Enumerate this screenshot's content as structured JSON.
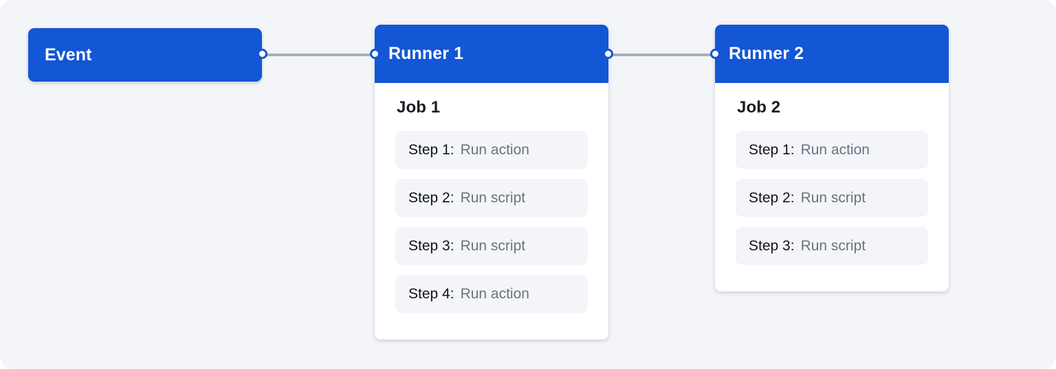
{
  "canvas": {
    "background_color": "#f4f5f9",
    "accent_color": "#1356d6",
    "edge_color": "#a7aebb",
    "step_row_color": "#f3f5f9"
  },
  "nodes": {
    "event": {
      "label": "Event"
    },
    "runner1": {
      "title": "Runner 1",
      "job_title": "Job 1",
      "steps": [
        {
          "label": "Step 1:",
          "value": "Run action"
        },
        {
          "label": "Step 2:",
          "value": "Run script"
        },
        {
          "label": "Step 3:",
          "value": "Run script"
        },
        {
          "label": "Step 4:",
          "value": "Run action"
        }
      ]
    },
    "runner2": {
      "title": "Runner 2",
      "job_title": "Job 2",
      "steps": [
        {
          "label": "Step 1:",
          "value": "Run action"
        },
        {
          "label": "Step 2:",
          "value": "Run script"
        },
        {
          "label": "Step 3:",
          "value": "Run script"
        }
      ]
    }
  },
  "edges": [
    {
      "from": "event",
      "to": "runner1"
    },
    {
      "from": "runner1",
      "to": "runner2"
    }
  ]
}
